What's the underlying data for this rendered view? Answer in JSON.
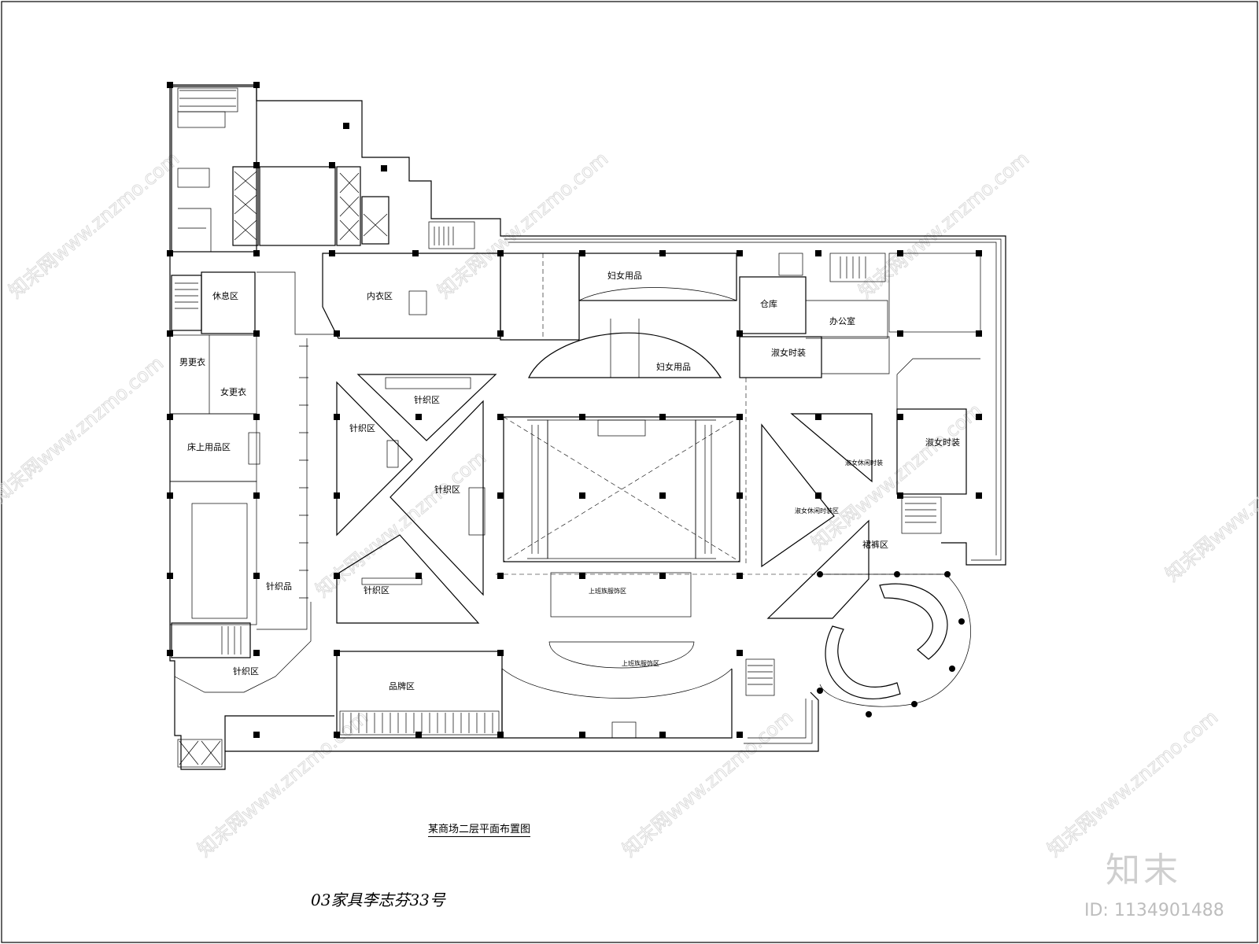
{
  "drawing": {
    "title": "某商场二层平面布置图",
    "author_note": "03家具李志芬33号"
  },
  "watermark": {
    "site_text": "知末网www.znzmo.com",
    "logo": "知末",
    "id_label": "ID: 1134901488"
  },
  "rooms": {
    "rest_area": "休息区",
    "mens_fitting": "男更衣",
    "womens_fitting": "女更衣",
    "bedding_area": "床上用品区",
    "knitwear_left": "针织品",
    "knitwear_bottom_left": "针织区",
    "underwear_area": "内衣区",
    "womens_goods_top": "妇女用品",
    "womens_goods_arc": "妇女用品",
    "storage": "仓库",
    "office": "办公室",
    "ladies_fashion_1": "淑女时装",
    "ladies_fashion_2": "淑女时装",
    "knit_zone_a": "针织区",
    "knit_zone_b": "针织区",
    "knit_zone_c": "针织区",
    "knit_zone_d": "针织区",
    "ladies_leisure_1": "淑女休闲时装",
    "ladies_leisure_2": "淑女休闲时装区",
    "skirt_area": "裙裤区",
    "apparel_upper": "上班族服饰区",
    "apparel_lower": "上班族服饰区",
    "boutique_area": "品牌区"
  }
}
